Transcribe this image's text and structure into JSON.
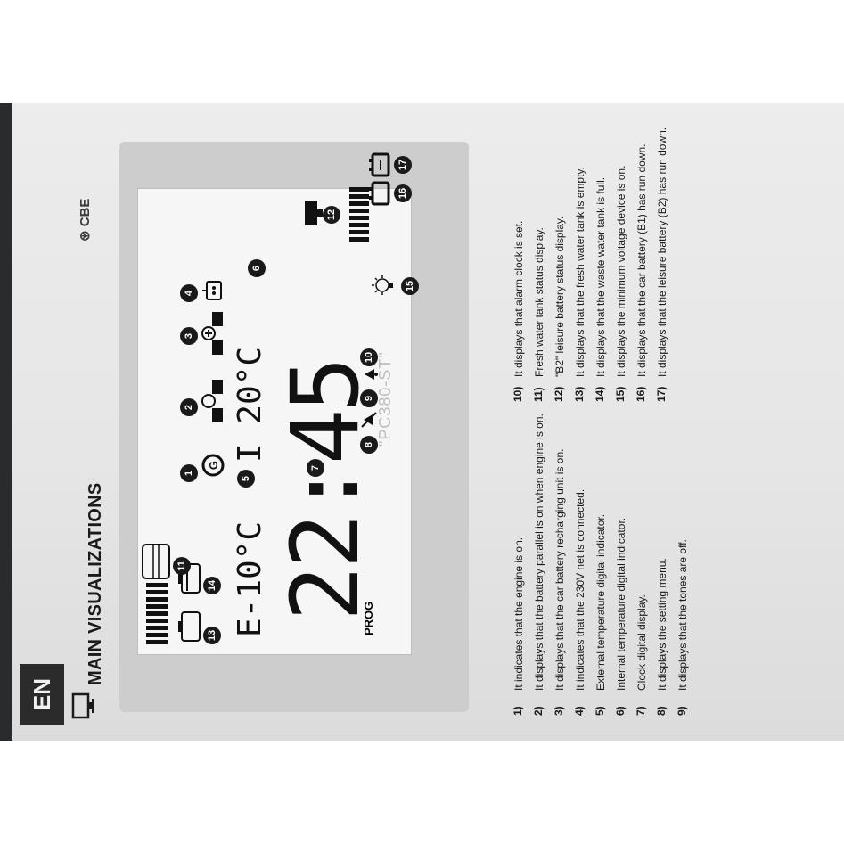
{
  "language_tab": "EN",
  "section_title": "MAIN VISUALIZATIONS",
  "brand": "CBE",
  "model_text": "\"PC380-ST\"",
  "lcd": {
    "external_temperature": "E-10°C",
    "internal_temperature": "I 20°C",
    "clock": "22:45",
    "prog_label": "PROG"
  },
  "legend": {
    "left": [
      {
        "num": "1)",
        "text": "It indicates that the engine is on."
      },
      {
        "num": "2)",
        "text": "It displays that the battery parallel is on when engine is on."
      },
      {
        "num": "3)",
        "text": "It displays that the car battery recharging unit is on."
      },
      {
        "num": "4)",
        "text": "It indicates that the 230V net is connected."
      },
      {
        "num": "5)",
        "text": "External temperature digital indicator."
      },
      {
        "num": "6)",
        "text": "Internal temperature digital indicator."
      },
      {
        "num": "7)",
        "text": "Clock digital display."
      },
      {
        "num": "8)",
        "text": "It displays the setting menu."
      },
      {
        "num": "9)",
        "text": "It displays that the tones are off."
      }
    ],
    "right": [
      {
        "num": "10)",
        "text": "It displays that alarm clock is set."
      },
      {
        "num": "11)",
        "text": "Fresh water tank status display."
      },
      {
        "num": "12)",
        "text": "\"B2\" leisure battery status display."
      },
      {
        "num": "13)",
        "text": "It displays that the fresh water tank is empty."
      },
      {
        "num": "14)",
        "text": "It displays that the waste water tank is full."
      },
      {
        "num": "15)",
        "text": "It displays the minimum voltage device is on."
      },
      {
        "num": "16)",
        "text": "It displays that the car battery (B1) has run down."
      },
      {
        "num": "17)",
        "text": "It displays that the leisure battery (B2) has run down."
      }
    ]
  },
  "badges": [
    "1",
    "2",
    "3",
    "4",
    "5",
    "6",
    "7",
    "8",
    "9",
    "10",
    "11",
    "12",
    "13",
    "14",
    "15",
    "16",
    "17"
  ],
  "colors": {
    "paper": "#e8e8e8",
    "panel": "#cdcdcd",
    "lcd": "#f6f6f6",
    "ink": "#1a1a1a"
  }
}
